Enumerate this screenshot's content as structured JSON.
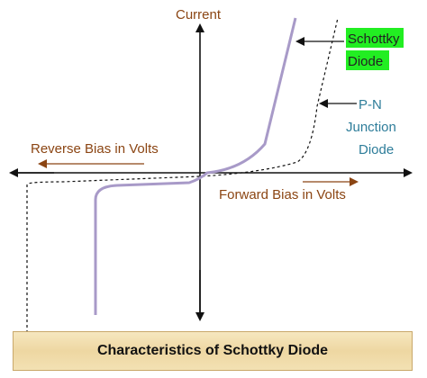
{
  "labels": {
    "current": "Current",
    "reverse_bias": "Reverse Bias in Volts",
    "forward_bias": "Forward Bias in Volts",
    "schottky_line1": "Schottky",
    "schottky_line2": "Diode",
    "pn_line1": "P-N",
    "pn_line2": "Junction",
    "pn_line3": "Diode"
  },
  "caption": "Characteristics of Schottky Diode",
  "colors": {
    "schottky_curve": "#a89ac8",
    "pn_curve": "#111111",
    "axis": "#111111",
    "label_brown": "#8b4513",
    "label_teal": "#2e7d9a",
    "schottky_highlight": "#22ee22",
    "caption_bg": "#f0dcaa"
  }
}
